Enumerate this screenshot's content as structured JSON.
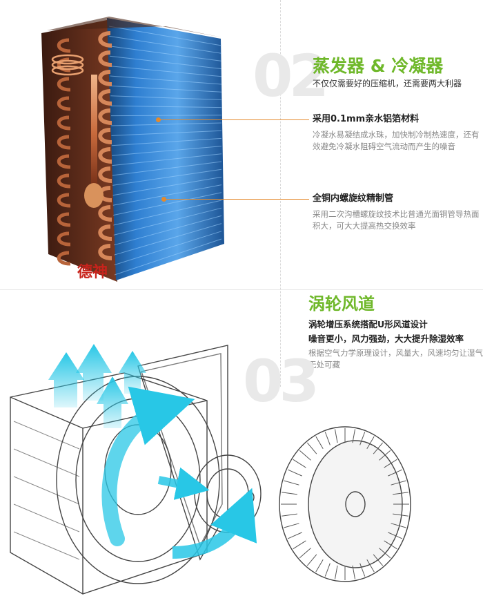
{
  "section_evaporator": {
    "number": "02",
    "title": "蒸发器 & 冷凝器",
    "subtitle": "不仅仅需要好的压缩机，还需要两大利器",
    "features": [
      {
        "title": "采用0.1mm亲水铝箔材料",
        "description": "冷凝水易凝结成水珠，加快制冷制热速度，还有效避免冷凝水阻碍空气流动而产生的噪音"
      },
      {
        "title": "全铜内螺旋纹精制管",
        "description": "采用二次沟槽螺旋纹技术比普通光面铜管导热面积大，可大大提高热交换效率"
      }
    ],
    "brand_mark": "德神"
  },
  "section_fan": {
    "number": "03",
    "title": "涡轮风道",
    "line1": "涡轮增压系统搭配U形风道设计",
    "line2": "噪音更小，风力强劲，大大提升除湿效率",
    "description": "根据空气力学原理设计，风量大，风速均匀让湿气无处可藏"
  },
  "colors": {
    "accent_green": "#6fb82a",
    "connector_orange": "#e48a2c",
    "airflow_cyan": "#28c7e6",
    "fin_blue": "#2f7fd1"
  }
}
